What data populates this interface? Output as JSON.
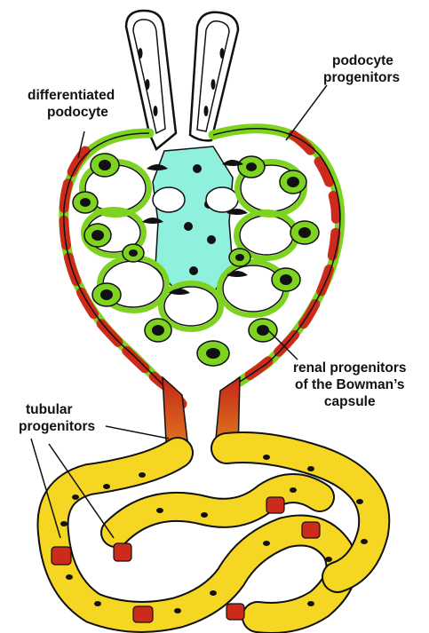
{
  "labels": {
    "differentiated_podocyte": [
      "differentiated",
      "podocyte"
    ],
    "podocyte_progenitors": [
      "podocyte",
      "progenitors"
    ],
    "renal_progenitors": [
      "renal progenitors",
      "of the Bowman’s",
      "capsule"
    ],
    "tubular_progenitors": [
      "tubular",
      "progenitors"
    ]
  },
  "colors": {
    "podocyte_green": "#7ed321",
    "progenitor_red": "#cc2a1a",
    "tubule_yellow": "#f5d623",
    "mesangium_cyan": "#8ff0de",
    "outline": "#111111"
  }
}
